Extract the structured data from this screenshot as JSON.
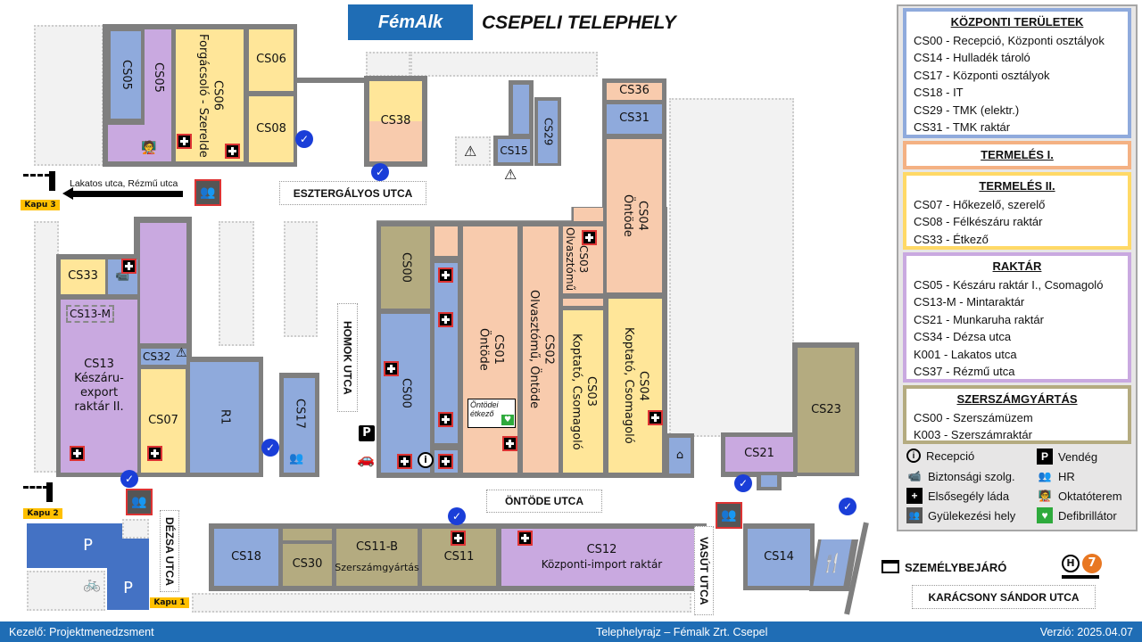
{
  "header": {
    "logo": "FémAlk",
    "title": "CSEPELI TELEPHELY"
  },
  "buildings": {
    "cs05a": "CS05",
    "cs05b": "CS05",
    "cs06big": "CS06\nForgácsoló - Szerelde",
    "cs06big_code": "CS06",
    "cs06big_desc": "Forgácsoló - Szerelde",
    "cs06": "CS06",
    "cs08": "CS08",
    "cs38": "CS38",
    "cs36": "CS36",
    "cs31": "CS31",
    "cs04top_code": "CS04",
    "cs04top_desc": "Öntöde",
    "cs29": "CS29",
    "cs15": "CS15",
    "cs00olive": "CS00",
    "cs00blue": "CS00",
    "cs01_code": "CS01",
    "cs01_desc": "Öntöde",
    "cs02_code": "CS02",
    "cs02_desc": "Olvasztómű, Öntöde",
    "cs03top_code": "CS03",
    "cs03top_desc": "Olvasztómű",
    "cs03_code": "CS03",
    "cs03_desc": "Koptató, Csomagoló",
    "cs04_code": "CS04",
    "cs04_desc": "Koptató, Csomagoló",
    "cs33": "CS33",
    "cs13m": "CS13-M",
    "cs13": "CS13\nKészáru-\nexport\nraktár II.",
    "cs32": "CS32",
    "cs07": "CS07",
    "r1": "R1",
    "cs17": "CS17",
    "cs23": "CS23",
    "cs21": "CS21",
    "cs18": "CS18",
    "cs30": "CS30",
    "cs11b": "CS11-B",
    "cs11b_desc": "Szerszámgyártás",
    "cs11": "CS11",
    "cs12": "CS12",
    "cs12_desc": "Központi-import raktár",
    "cs14": "CS14",
    "parking1": "P",
    "parking2": "P",
    "ontodei_etkezo": "Öntödei\nétkező"
  },
  "streets": {
    "esztergalyos": "ESZTERGÁLYOS UTCA",
    "homok": "HOMOK UTCA",
    "ontode": "ÖNTÖDE UTCA",
    "dezsa": "DÉZSA UTCA",
    "vasut": "VASÚT UTCA",
    "karacsony": "KARÁCSONY SÁNDOR UTCA"
  },
  "gates": {
    "kapu3": "Kapu 3",
    "kapu2": "Kapu 2",
    "kapu1": "Kapu 1",
    "kapu3_dir": "Lakatos utca, Rézmű utca",
    "szemelybejaro": "SZEMÉLYBEJÁRÓ",
    "bus_line": "7"
  },
  "legend": {
    "sections": [
      {
        "title": "KÖZPONTI TERÜLETEK",
        "color": "#8faadc",
        "items": [
          "CS00 - Recepció, Központi osztályok",
          "CS14 - Hulladék tároló",
          "CS17 - Központi osztályok",
          "CS18 - IT",
          "CS29 - TMK (elektr.)",
          "CS31 - TMK raktár"
        ]
      },
      {
        "title": "TERMELÉS I.",
        "color": "#f4b183",
        "items": []
      },
      {
        "title": "TERMELÉS II.",
        "color": "#ffd966",
        "items": [
          "CS07 - Hőkezelő, szerelő",
          "CS08 - Félkészáru raktár",
          "CS33 - Étkező"
        ]
      },
      {
        "title": "RAKTÁR",
        "color": "#c9a9e0",
        "items": [
          "CS05 - Készáru raktár I., Csomagoló",
          "CS13-M - Mintaraktár",
          "CS21 - Munkaruha raktár",
          "CS34 - Dézsa utca",
          "K001 - Lakatos utca",
          "CS37 - Rézmű utca"
        ]
      },
      {
        "title": "SZERSZÁMGYÁRTÁS",
        "color": "#b4ab80",
        "items": [
          "CS00 - Szerszámüzem",
          "K003 - Szerszámraktár"
        ]
      }
    ],
    "symbols": [
      {
        "icon": "info-icon",
        "label": "Recepció"
      },
      {
        "icon": "parking-icon",
        "label": "Vendég"
      },
      {
        "icon": "security-camera-icon",
        "label": "Biztonsági szolg."
      },
      {
        "icon": "hr-icon",
        "label": "HR"
      },
      {
        "icon": "first-aid-icon",
        "label": "Elsősegély láda"
      },
      {
        "icon": "training-room-icon",
        "label": "Oktatóterem"
      },
      {
        "icon": "assembly-point-icon",
        "label": "Gyülekezési hely"
      },
      {
        "icon": "defibrillator-icon",
        "label": "Defibrillátor"
      }
    ]
  },
  "footer": {
    "left": "Kezelő: Projektmenedzsment",
    "center": "Telephelyrajz – Fémalk Zrt. Csepel",
    "right": "Verzió: 2025.04.07"
  },
  "colors": {
    "yellow": "#ffe699",
    "peach": "#f8cbad",
    "blue": "#8faadc",
    "purple": "#c9a9e0",
    "olive": "#b4ab80",
    "brand": "#1f6db5"
  }
}
